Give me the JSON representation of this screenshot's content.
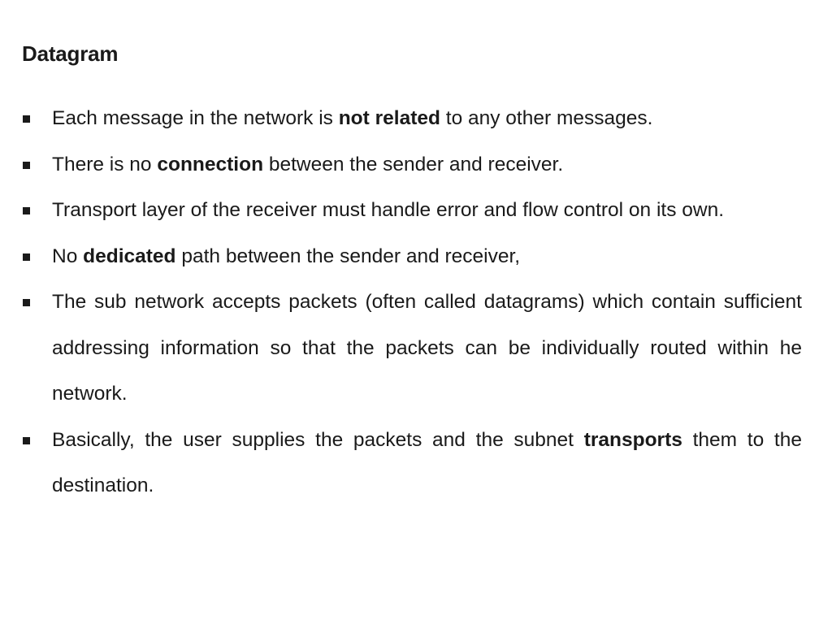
{
  "slide": {
    "title": "Datagram",
    "bullets": [
      {
        "parts": [
          {
            "text": "Each message in the network is ",
            "bold": false
          },
          {
            "text": "not related",
            "bold": true
          },
          {
            "text": " to any other messages.",
            "bold": false
          }
        ]
      },
      {
        "parts": [
          {
            "text": "There is no ",
            "bold": false
          },
          {
            "text": "connection",
            "bold": true
          },
          {
            "text": " between the sender and receiver.",
            "bold": false
          }
        ]
      },
      {
        "parts": [
          {
            "text": "Transport layer of the receiver must handle error and flow control on its own.",
            "bold": false
          }
        ]
      },
      {
        "parts": [
          {
            "text": "No ",
            "bold": false
          },
          {
            "text": "dedicated",
            "bold": true
          },
          {
            "text": " path between the sender and receiver,",
            "bold": false
          }
        ]
      },
      {
        "parts": [
          {
            "text": "The sub network  accepts packets (often called datagrams) which contain sufficient addressing information so that the packets can be individually routed within he network.",
            "bold": false
          }
        ]
      },
      {
        "parts": [
          {
            "text": "Basically, the user supplies the packets and the subnet ",
            "bold": false
          },
          {
            "text": "transports",
            "bold": true
          },
          {
            "text": " them to the destination.",
            "bold": false
          }
        ]
      }
    ]
  }
}
